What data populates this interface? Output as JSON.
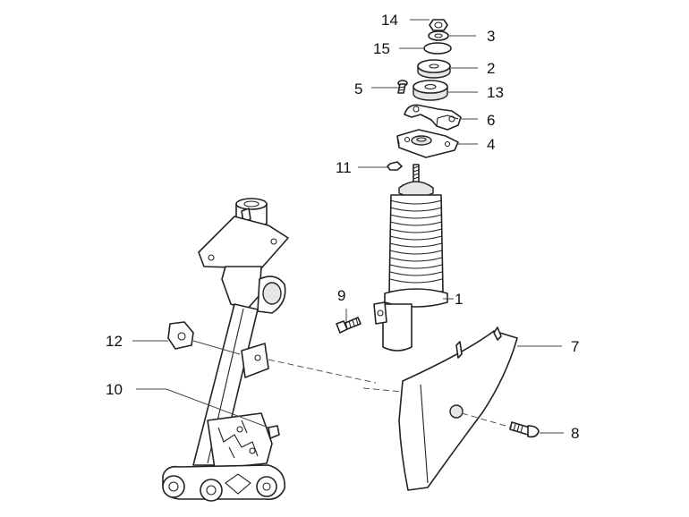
{
  "labels": [
    "14",
    "3",
    "15",
    "2",
    "5",
    "13",
    "6",
    "4",
    "11",
    "1",
    "9",
    "7",
    "12",
    "10",
    "8"
  ]
}
